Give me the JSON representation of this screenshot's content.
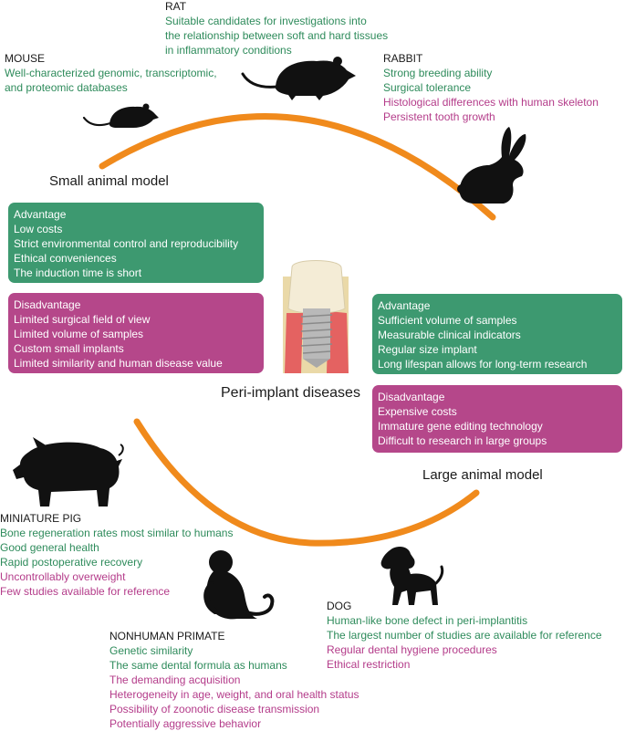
{
  "rat": {
    "title": "RAT",
    "items": [
      {
        "text": "Suitable candidates for investigations into",
        "type": "adv"
      },
      {
        "text": "the relationship between soft and hard tissues",
        "type": "adv"
      },
      {
        "text": "in inflammatory conditions",
        "type": "adv"
      }
    ]
  },
  "mouse": {
    "title": "MOUSE",
    "items": [
      {
        "text": "Well-characterized genomic, transcriptomic,",
        "type": "adv"
      },
      {
        "text": "and proteomic databases",
        "type": "adv"
      }
    ]
  },
  "rabbit": {
    "title": "RABBIT",
    "items": [
      {
        "text": "Strong breeding ability",
        "type": "adv"
      },
      {
        "text": "Surgical tolerance",
        "type": "adv"
      },
      {
        "text": "Histological differences with human skeleton",
        "type": "dis"
      },
      {
        "text": "Persistent tooth growth",
        "type": "dis"
      }
    ]
  },
  "small_model": {
    "label": "Small animal model",
    "advantage": [
      "Advantage",
      "Low costs",
      "Strict environmental control and reproducibility",
      "Ethical conveniences",
      "The induction time is short"
    ],
    "disadvantage": [
      "Disadvantage",
      "Limited surgical field of view",
      "Limited volume of samples",
      "Custom small implants",
      "Limited similarity and human disease value"
    ]
  },
  "center": {
    "label": "Peri-implant diseases"
  },
  "large_model": {
    "label": "Large animal model",
    "advantage": [
      "Advantage",
      "Sufficient volume of samples",
      "Measurable clinical indicators",
      "Regular size implant",
      "Long lifespan allows for long-term research"
    ],
    "disadvantage": [
      "Disadvantage",
      "Expensive costs",
      "Immature gene editing technology",
      "Difficult to research in large groups"
    ]
  },
  "pig": {
    "title": "MINIATURE PIG",
    "items": [
      {
        "text": "Bone regeneration rates most similar to humans",
        "type": "adv"
      },
      {
        "text": "Good general health",
        "type": "adv"
      },
      {
        "text": "Rapid postoperative recovery",
        "type": "adv"
      },
      {
        "text": "Uncontrollably overweight",
        "type": "dis"
      },
      {
        "text": "Few studies available for reference",
        "type": "dis"
      }
    ]
  },
  "dog": {
    "title": "DOG",
    "items": [
      {
        "text": "Human-like bone defect in peri-implantitis",
        "type": "adv"
      },
      {
        "text": "The largest number of studies are available for reference",
        "type": "adv"
      },
      {
        "text": "Regular dental hygiene procedures",
        "type": "dis"
      },
      {
        "text": "Ethical restriction",
        "type": "dis"
      }
    ]
  },
  "primate": {
    "title": "NONHUMAN PRIMATE",
    "items": [
      {
        "text": "Genetic similarity",
        "type": "adv"
      },
      {
        "text": "The same dental formula as humans",
        "type": "adv"
      },
      {
        "text": "The demanding acquisition",
        "type": "dis"
      },
      {
        "text": "Heterogeneity in age, weight, and oral health status",
        "type": "dis"
      },
      {
        "text": "Possibility of zoonotic disease transmission",
        "type": "dis"
      },
      {
        "text": "Potentially aggressive behavior",
        "type": "dis"
      }
    ]
  },
  "colors": {
    "advantage_text": "#2e8b5b",
    "disadvantage_text": "#b43c8a",
    "advantage_box": "#3d9970",
    "disadvantage_box": "#b5478a",
    "arc": "#f08a1c"
  }
}
